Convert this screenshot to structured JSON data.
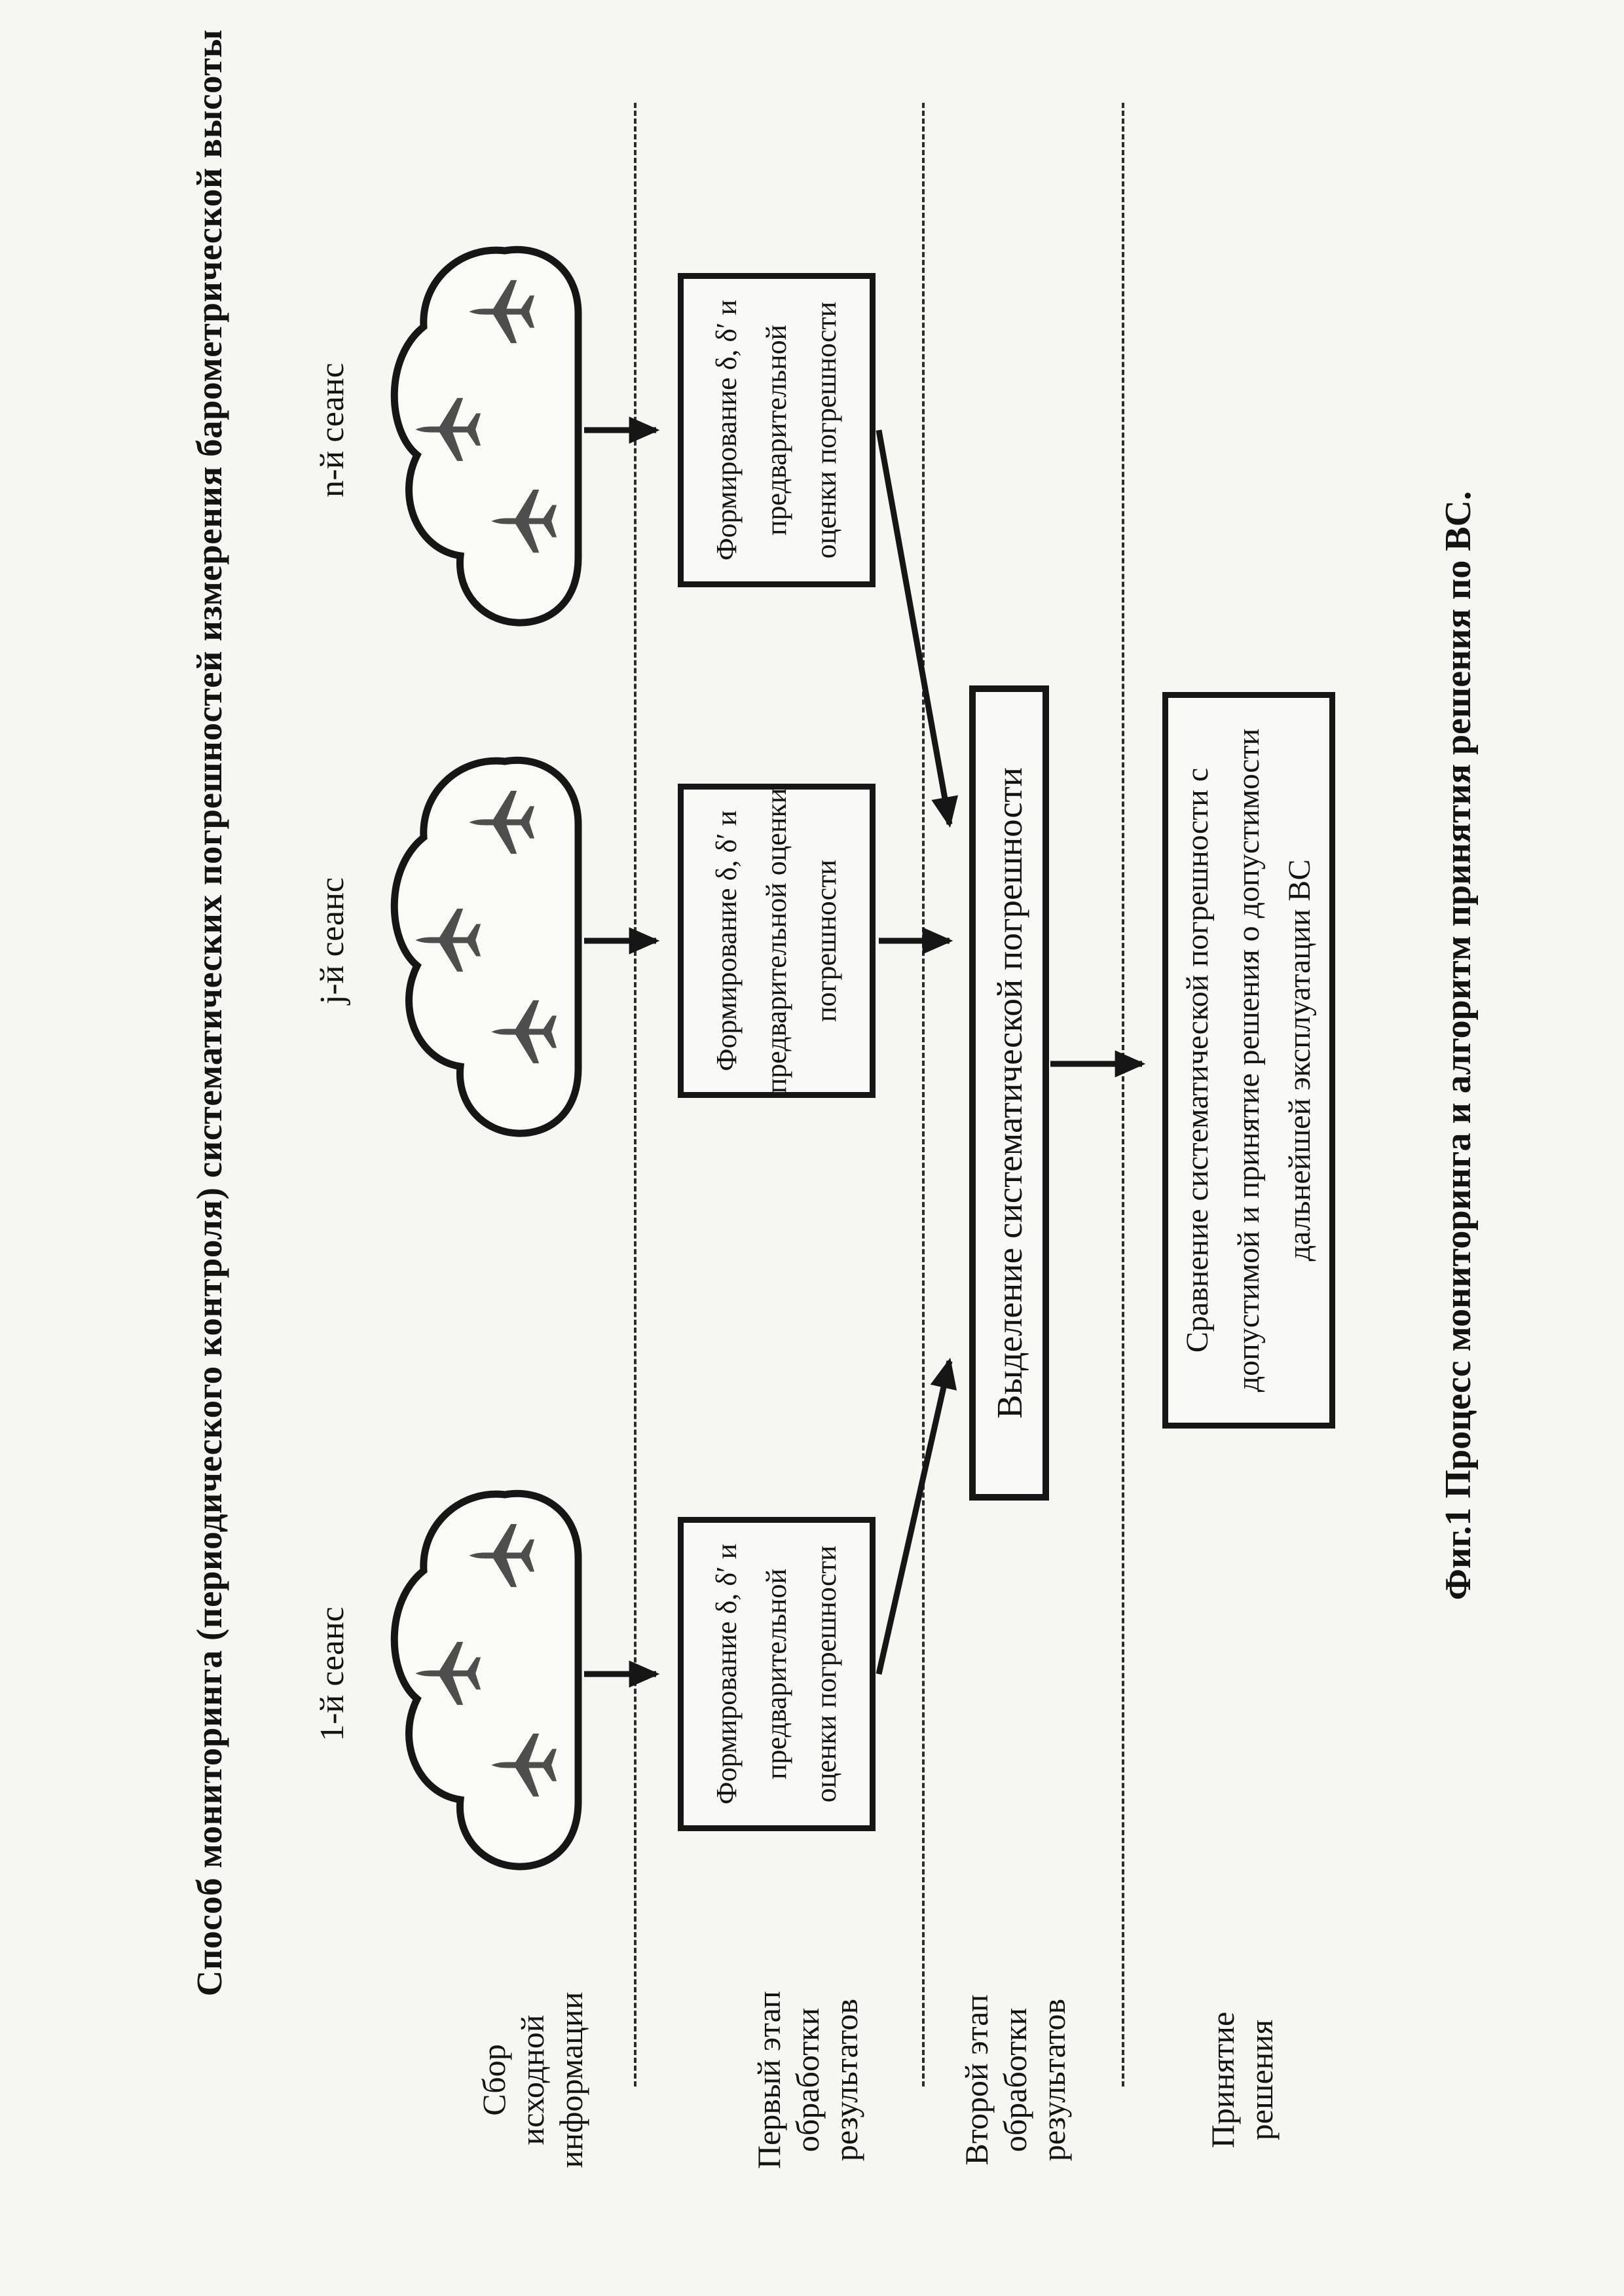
{
  "title": "Способ мониторинга (периодического контроля) систематических погрешностей измерения барометрической высоты",
  "caption": "Фиг.1  Процесс мониторинга и алгоритм принятия решения по ВС.",
  "stages": [
    {
      "name": "data-collection",
      "lines": [
        "Сбор",
        "исходной",
        "информации"
      ]
    },
    {
      "name": "first-processing",
      "lines": [
        "Первый этап",
        "обработки",
        "результатов"
      ]
    },
    {
      "name": "second-processing",
      "lines": [
        "Второй этап",
        "обработки",
        "результатов"
      ]
    },
    {
      "name": "decision",
      "lines": [
        "Принятие",
        "решения"
      ]
    }
  ],
  "sessions": [
    {
      "label": "1-й сеанс",
      "box_lines": [
        "Формирование δ, δ′ и",
        "предварительной",
        "оценки погрешности"
      ]
    },
    {
      "label": "j-й сеанс",
      "box_lines": [
        "Формирование δ, δ′ и",
        "предварительной оценки",
        "погрешности"
      ]
    },
    {
      "label": "n-й сеанс",
      "box_lines": [
        "Формирование δ, δ′ и",
        "предварительной",
        "оценки погрешности"
      ]
    }
  ],
  "extraction_box": "Выделение систематической погрешности",
  "comparison_box_lines": [
    "Сравнение систематической погрешности с",
    "допустимой и принятие решения о допустимости",
    "дальнейшей эксплуатации ВС"
  ],
  "icons": {
    "cloud": "cloud-shape",
    "airplane": "airplane-top-view-icon"
  },
  "colors": {
    "paper": "#f6f6f3",
    "ink": "#161616",
    "plane": "#4e4e4e"
  }
}
